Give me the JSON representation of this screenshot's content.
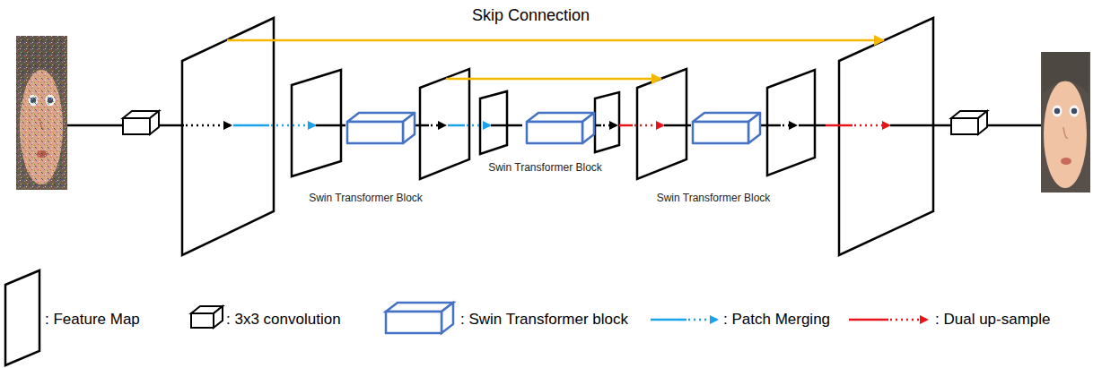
{
  "diagram": {
    "nodes": [
      {
        "text": [
          "Swin Transformer Block"
        ]
      },
      {
        "text": [
          "Swin Transformer Block"
        ]
      },
      {
        "text": [
          "Swin Transformer Block"
        ]
      }
    ],
    "labels": [
      "Skip Connection"
    ],
    "legend": [
      {
        "text": ": Feature Map"
      },
      {
        "text": ": 3x3 convolution"
      },
      {
        "text": ": Swin Transformer block"
      },
      {
        "text": ": Patch Merging"
      },
      {
        "text": ": Dual up-sample"
      }
    ]
  }
}
